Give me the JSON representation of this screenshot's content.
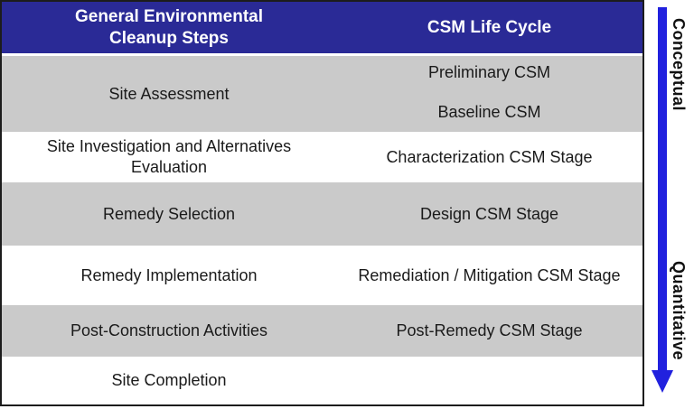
{
  "table": {
    "header": {
      "left": "General Environmental\nCleanup Steps",
      "right": "CSM Life Cycle"
    },
    "rows": [
      {
        "left": "Site Assessment",
        "right_items": [
          "Preliminary CSM",
          "Baseline CSM"
        ],
        "shade": "gray"
      },
      {
        "left": "Site Investigation and Alternatives\nEvaluation",
        "right": "Characterization CSM Stage",
        "shade": "white"
      },
      {
        "left": "Remedy Selection",
        "right": "Design CSM Stage",
        "shade": "gray"
      },
      {
        "left": "Remedy Implementation",
        "right": "Remediation / Mitigation CSM Stage",
        "shade": "white"
      },
      {
        "left": "Post-Construction Activities",
        "right": "Post-Remedy CSM Stage",
        "shade": "gray"
      },
      {
        "left": "Site Completion",
        "right": "",
        "shade": "white"
      }
    ]
  },
  "arrow": {
    "top_label": "Conceptual",
    "bottom_label": "Quantitative",
    "color": "#2121DE"
  },
  "colors": {
    "header_bg": "#2A2A96",
    "header_text": "#FFFFFF",
    "row_gray": "#CACACA",
    "row_white": "#FFFFFF",
    "body_text": "#1A1A1A",
    "border_color": "#1C1C1C"
  }
}
